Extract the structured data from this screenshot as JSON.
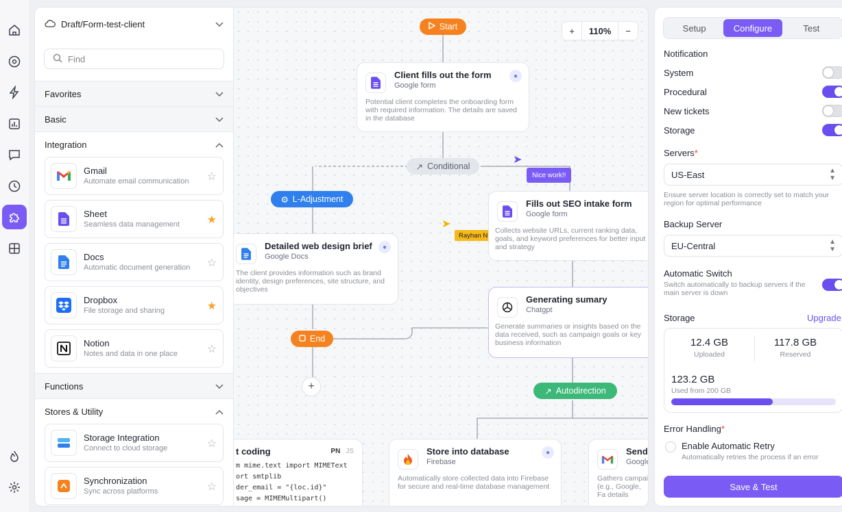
{
  "rail": {
    "icons": [
      "home-icon",
      "compass-icon",
      "bolt-icon",
      "chart-icon",
      "chat-icon",
      "clock-icon",
      "puzzle-icon",
      "grid-icon",
      "flame-icon",
      "settings-icon"
    ]
  },
  "library": {
    "project": "Draft/Form-test-client",
    "search_placeholder": "Find",
    "sections": {
      "favorites": "Favorites",
      "basic": "Basic",
      "integration": "Integration",
      "functions": "Functions",
      "stores": "Stores & Utility"
    },
    "integrations": [
      {
        "name": "Gmail",
        "desc": "Automate email communication",
        "favorite": false
      },
      {
        "name": "Sheet",
        "desc": "Seamless data management",
        "favorite": true
      },
      {
        "name": "Docs",
        "desc": "Automatic document generation",
        "favorite": false
      },
      {
        "name": "Dropbox",
        "desc": "File storage and sharing",
        "favorite": true
      },
      {
        "name": "Notion",
        "desc": "Notes and data in one place",
        "favorite": false
      }
    ],
    "utilities": [
      {
        "name": "Storage Integration",
        "desc": "Connect to cloud storage",
        "favorite": false
      },
      {
        "name": "Synchronization",
        "desc": "Sync across platforms",
        "favorite": false
      }
    ]
  },
  "canvas": {
    "zoom": {
      "minus": "−",
      "plus": "+",
      "value": "110%"
    },
    "pills": {
      "start": "Start",
      "conditional": "Conditional",
      "l_adjust": "L-Adjustment",
      "end": "End",
      "autodirection": "Autodirection",
      "add": "+"
    },
    "cursors": {
      "nice": "Nice work!!",
      "rayhan": "Rayhan Nur"
    },
    "nodes": {
      "client": {
        "title": "Client fills out the form",
        "sub": "Google form",
        "desc": "Potential client completes the onboarding form with required information. The details are saved in the database"
      },
      "seo": {
        "title": "Fills out SEO intake form",
        "sub": "Google form",
        "desc": "Collects website URLs, current ranking data, goals, and keyword preferences for better input and strategy"
      },
      "brief": {
        "title": "Detailed web design brief",
        "sub": "Google Docs",
        "desc": "The client provides information such as brand identity, design preferences, site structure, and objectives"
      },
      "summary": {
        "title": "Generating sumary",
        "sub": "Chatgpt",
        "desc": "Generate summaries or insights based on the data received, such as campaign goals or key business information"
      },
      "store": {
        "title": "Store into database",
        "sub": "Firebase",
        "desc": "Automatically store collected data into Firebase for secure and real-time database management"
      },
      "send": {
        "title": "Send a",
        "sub": "Google",
        "desc": "Gathers campai (e.g., Google, Fa details"
      },
      "code": {
        "title": "t coding",
        "lang1": "PN",
        "lang2": "JS",
        "lines": [
          "m mime.text import MIMEText",
          "ort smtplib",
          "der_email = \"{loc.id}\"",
          "sage = MIMEMultipart()"
        ]
      }
    }
  },
  "config": {
    "tabs": [
      "Setup",
      "Configure",
      "Test"
    ],
    "active_tab": "Configure",
    "notification_label": "Notification",
    "toggles": [
      {
        "label": "System",
        "on": false
      },
      {
        "label": "Procedural",
        "on": true
      },
      {
        "label": "New tickets",
        "on": false
      },
      {
        "label": "Storage",
        "on": true
      }
    ],
    "servers_label": "Servers",
    "required_mark": "*",
    "server": "US-East",
    "server_hint": "Ensure server location is correctly set to match your region for optimal performance",
    "backup_label": "Backup Server",
    "backup": "EU-Central",
    "auto_switch": "Automatic Switch",
    "auto_switch_hint": "Switch automatically to backup servers if the main server is down",
    "storage_label": "Storage",
    "upgrade": "Upgrade",
    "uploaded_val": "12.4 GB",
    "uploaded_lbl": "Uploaded",
    "reserved_val": "117.8 GB",
    "reserved_lbl": "Reserved",
    "used_val": "123.2 GB",
    "used_lbl": "Used from 200 GB",
    "used_fraction": 0.616,
    "error_label": "Error Handling",
    "retry_label": "Enable Automatic Retry",
    "retry_hint": "Automatically retries the process if an error",
    "save": "Save & Test"
  },
  "colors": {
    "accent": "#7a5cf5",
    "start": "#f5821f",
    "blue": "#2f80ed",
    "green": "#3cb878"
  }
}
